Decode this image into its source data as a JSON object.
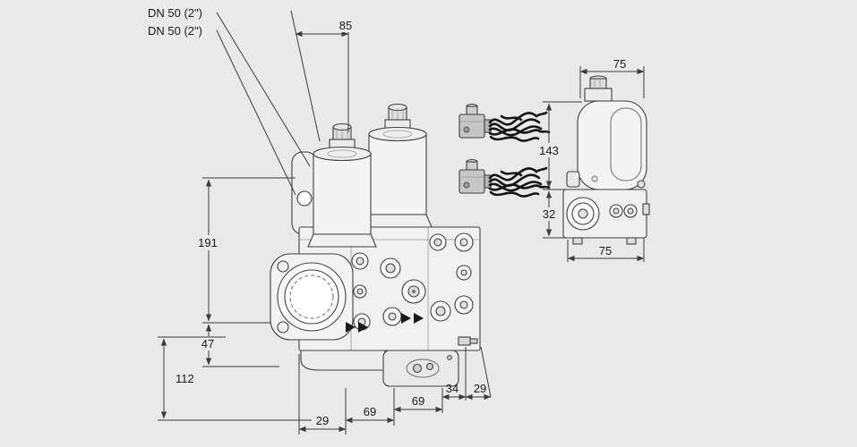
{
  "page": {
    "type": "technical-dimension-drawing",
    "background_color": "#e9e9e9",
    "line_color": "#3c3c3c",
    "text_color": "#1a1a1a"
  },
  "labels": {
    "dn1": "DN 50 (2\")",
    "dn2": "DN 50 (2\")"
  },
  "dims": {
    "d85": "85",
    "d191": "191",
    "d47": "47",
    "d112": "112",
    "d29_left": "29",
    "d69_left": "69",
    "d69_right": "69",
    "d34": "34",
    "d29_right": "29",
    "d75_top": "75",
    "d143": "143",
    "d32": "32",
    "d75_bottom": "75"
  }
}
